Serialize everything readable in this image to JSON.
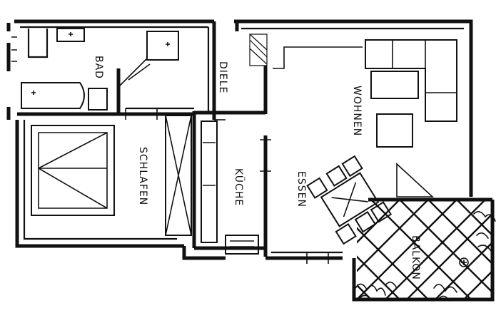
{
  "rooms": {
    "bad": "BAD",
    "diele": "DIELE",
    "wohnen": "WOHNEN",
    "schlafen": "SCHLAFEN",
    "kueche": "KÜCHE",
    "essen": "ESSEN",
    "balkon": "BALKON"
  },
  "colors": {
    "ink": "#111111",
    "paper": "#ffffff"
  }
}
